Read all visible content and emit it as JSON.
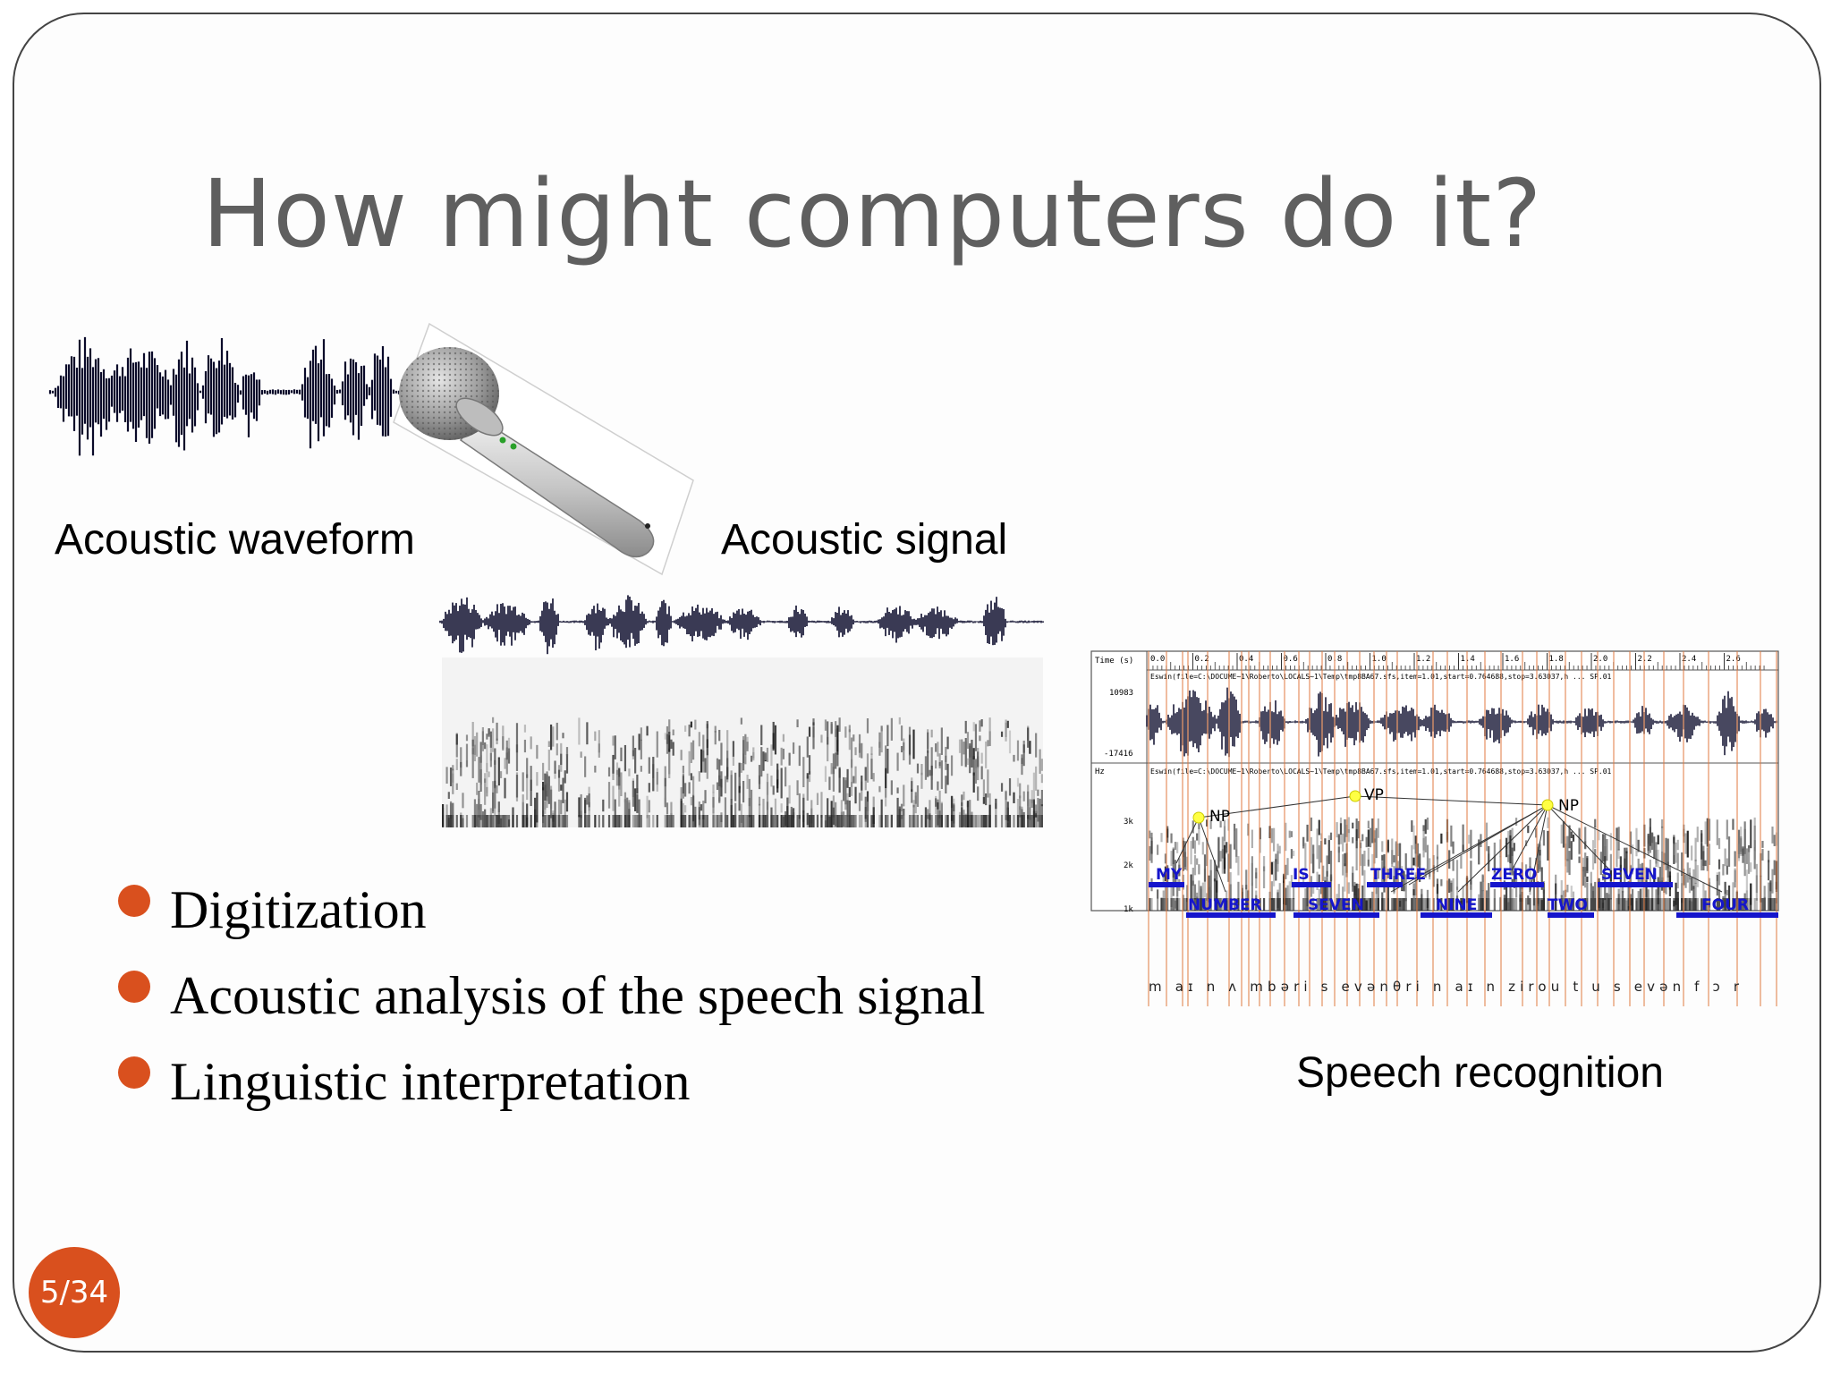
{
  "slide": {
    "title": "How might computers do it?",
    "captions": {
      "waveform": "Acoustic waveform",
      "signal": "Acoustic signal",
      "recognition": "Speech recognition"
    },
    "bullets": [
      "Digitization",
      "Acoustic analysis of the speech signal",
      "Linguistic interpretation"
    ],
    "page_number": "5/34",
    "accent_color": "#d9501e"
  },
  "speech_figure": {
    "time_label": "Time (s)",
    "time_ticks": [
      "0.0",
      "0.2",
      "0.4",
      "0.6",
      "0.8",
      "1.0",
      "1.2",
      "1.4",
      "1.6",
      "1.8",
      "2.0",
      "2.2",
      "2.4",
      "2.6"
    ],
    "file_info": "Eswin(file=C:\\DOCUME~1\\Roberto\\LOCALS~1\\Temp\\tmp8BA67.sfs,item=1.01,start=0.764688,stop=3.63037,h ... SP.01",
    "amplitude_max": "10983",
    "amplitude_min": "-17416",
    "freq_unit": "Hz",
    "freq_ticks": [
      "3k",
      "2k",
      "1k"
    ],
    "phrase_labels": [
      "NP",
      "VP",
      "NP"
    ],
    "words_upper": [
      "MY",
      "IS",
      "THREE",
      "ZERO",
      "SEVEN"
    ],
    "words_lower": [
      "NUMBER",
      "SEVEN",
      "NINE",
      "TWO",
      "FOUR"
    ],
    "phonemes": "m aɪ n ʌ mbəri s evənθri n aɪ n zirou t u s evən f ɔ r",
    "word_color": "#1515cc"
  }
}
